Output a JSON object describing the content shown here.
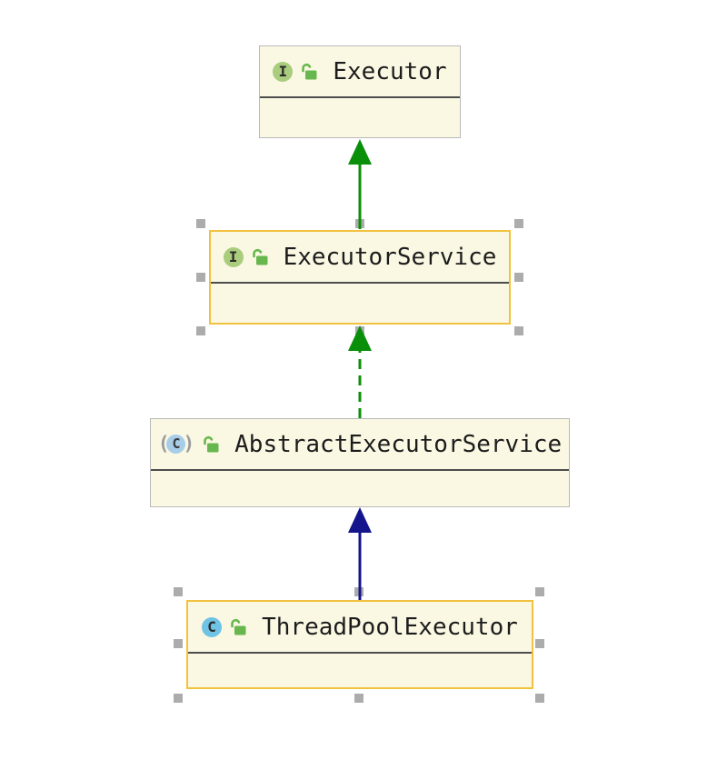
{
  "colors": {
    "canvas_bg": "#FFFFFF",
    "node_fill": "#FAF8E3",
    "node_border": "#B9B9B9",
    "selected_border": "#F2C13D",
    "separator": "#4C4C4C",
    "text": "#1C1C1C",
    "interface_icon_bg": "#A9CC7D",
    "class_icon_bg": "#6FC3E4",
    "abstract_icon_bg": "#A8CDE9",
    "lock_icon": "#68B74E",
    "handle": "#ACACAC",
    "interface_edge": "#0A8F0A",
    "class_edge": "#14148C"
  },
  "nodes": [
    {
      "name": "Executor",
      "kind": "interface",
      "icon_letter": "I",
      "access": "unlocked",
      "selected": false
    },
    {
      "name": "ExecutorService",
      "kind": "interface",
      "icon_letter": "I",
      "access": "unlocked",
      "selected": true
    },
    {
      "name": "AbstractExecutorService",
      "kind": "abstract-class",
      "icon_letter": "C",
      "paren_open": "(",
      "paren_close": ")",
      "access": "unlocked",
      "selected": false
    },
    {
      "name": "ThreadPoolExecutor",
      "kind": "class",
      "icon_letter": "C",
      "access": "unlocked",
      "selected": true
    }
  ],
  "edges": [
    {
      "from": "ExecutorService",
      "to": "Executor",
      "relation": "extends-interface",
      "line": "solid",
      "color": "#0A8F0A"
    },
    {
      "from": "AbstractExecutorService",
      "to": "ExecutorService",
      "relation": "implements",
      "line": "dashed",
      "color": "#0A8F0A"
    },
    {
      "from": "ThreadPoolExecutor",
      "to": "AbstractExecutorService",
      "relation": "extends-class",
      "line": "solid",
      "color": "#14148C"
    }
  ]
}
